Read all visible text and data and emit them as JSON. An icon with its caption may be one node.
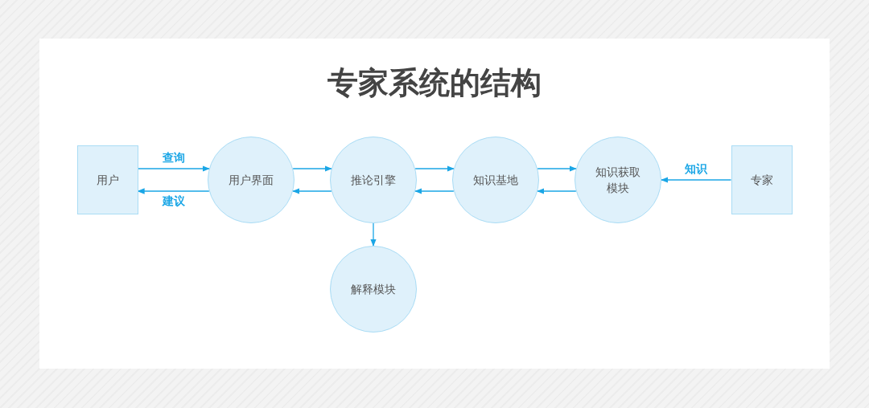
{
  "diagram": {
    "title": "专家系统的结构",
    "nodes": [
      {
        "text": [
          "用户"
        ]
      },
      {
        "text": [
          "用户界面"
        ]
      },
      {
        "text": [
          "推论引擎"
        ]
      },
      {
        "text": [
          "知识基地"
        ]
      },
      {
        "text": [
          "知识获取模块"
        ]
      },
      {
        "text": [
          "专家"
        ]
      },
      {
        "text": [
          "解释模块"
        ]
      }
    ],
    "edges": [
      {
        "from": 0,
        "to": 1,
        "arrow": "to",
        "label": "查询"
      },
      {
        "from": 1,
        "to": 0,
        "arrow": "to",
        "label": "建议"
      },
      {
        "from": 1,
        "to": 2,
        "arrow": "to"
      },
      {
        "from": 2,
        "to": 1,
        "arrow": "to"
      },
      {
        "from": 2,
        "to": 3,
        "arrow": "to"
      },
      {
        "from": 3,
        "to": 2,
        "arrow": "to"
      },
      {
        "from": 3,
        "to": 4,
        "arrow": "to"
      },
      {
        "from": 4,
        "to": 3,
        "arrow": "to"
      },
      {
        "from": 5,
        "to": 4,
        "arrow": "to",
        "label": "知识"
      },
      {
        "from": 2,
        "to": 6,
        "arrow": "to"
      }
    ]
  }
}
